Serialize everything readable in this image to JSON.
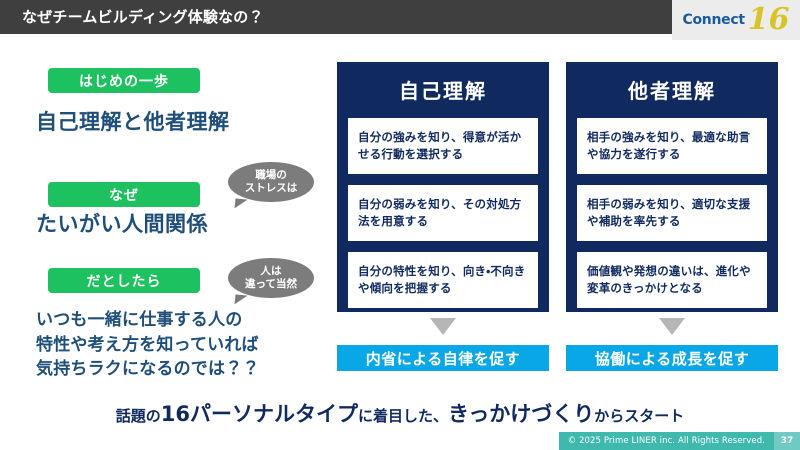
{
  "header": {
    "title": "なぜチームビルディング体験なの？",
    "logo": {
      "word": "Connect",
      "number": "16",
      "word_color": "#1b5a9c",
      "number_color": "#d8c328"
    },
    "bar_color": "#3f3f3f"
  },
  "left_column": {
    "blocks": [
      {
        "pill": "はじめの一歩",
        "lead": "自己理解と他者理解"
      },
      {
        "pill": "なぜ",
        "lead": "たいがい人間関係"
      },
      {
        "pill": "だとしたら",
        "lead": ""
      }
    ],
    "bubbles": [
      {
        "line1": "職場の",
        "line2": "ストレスは"
      },
      {
        "line1": "人は",
        "line2": "違って当然"
      }
    ],
    "closing_lines": [
      "いつも一緒に仕事する人の",
      "特性や考え方を知っていれば",
      "気持ちラクになるのでは？？"
    ],
    "pill_color": "#1ec15f",
    "text_color": "#1f4e79",
    "bubble_color": "#7c7c7c"
  },
  "panels": [
    {
      "title": "自己理解",
      "cards": [
        "自分の強みを知り、得意が活かせる行動を選択する",
        "自分の弱みを知り、その対処方法を用意する",
        "自分の特性を知り、向き・不向きや傾向を把握する"
      ],
      "result": "内省による自律を促す"
    },
    {
      "title": "他者理解",
      "cards": [
        "相手の強みを知り、最適な助言や協力を遂行する",
        "相手の弱みを知り、適切な支援や補助を率先する",
        "価値観や発想の違いは、進化や変革のきっかけとなる"
      ],
      "result": "協働による成長を促す"
    }
  ],
  "panel_color": "#10295e",
  "result_bar_color": "#0aa7e6",
  "arrow_color": "#b6b6b6",
  "caption": {
    "part1": "話題の",
    "part2": "16パーソナルタイプ",
    "part3": "に着目した、",
    "part4": "きっかけづくり",
    "part5": "からスタート"
  },
  "footer": {
    "copyright": "© 2025 Prime LINER inc. All Rights Reserved.",
    "page_number": "37",
    "bar_color": "#3fb8ae",
    "page_box_color": "#6fcac3"
  }
}
